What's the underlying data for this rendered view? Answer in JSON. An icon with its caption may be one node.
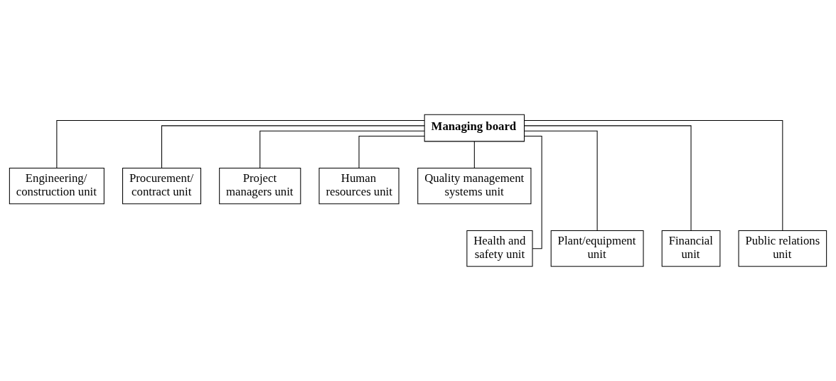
{
  "diagram": {
    "nodes": [
      {
        "text": [
          "Managing board"
        ]
      },
      {
        "text": [
          "Engineering/ construction unit"
        ]
      },
      {
        "text": [
          "Procurement/ contract unit"
        ]
      },
      {
        "text": [
          "Project managers unit"
        ]
      },
      {
        "text": [
          "Human resources unit"
        ]
      },
      {
        "text": [
          "Quality management systems unit"
        ]
      },
      {
        "text": [
          "Health and safety unit"
        ]
      },
      {
        "text": [
          "Plant/equipment unit"
        ]
      },
      {
        "text": [
          "Financial unit"
        ]
      },
      {
        "text": [
          "Public relations unit"
        ]
      }
    ],
    "edges": [
      {
        "from": 0,
        "to": 1,
        "arrow": "none"
      },
      {
        "from": 0,
        "to": 6,
        "arrow": "none"
      },
      {
        "from": 0,
        "to": 2,
        "arrow": "none"
      },
      {
        "from": 0,
        "to": 7,
        "arrow": "none"
      },
      {
        "from": 0,
        "to": 3,
        "arrow": "none"
      },
      {
        "from": 0,
        "to": 8,
        "arrow": "none"
      },
      {
        "from": 0,
        "to": 4,
        "arrow": "none"
      },
      {
        "from": 0,
        "to": 9,
        "arrow": "none"
      },
      {
        "from": 0,
        "to": 5,
        "arrow": "none"
      }
    ]
  }
}
